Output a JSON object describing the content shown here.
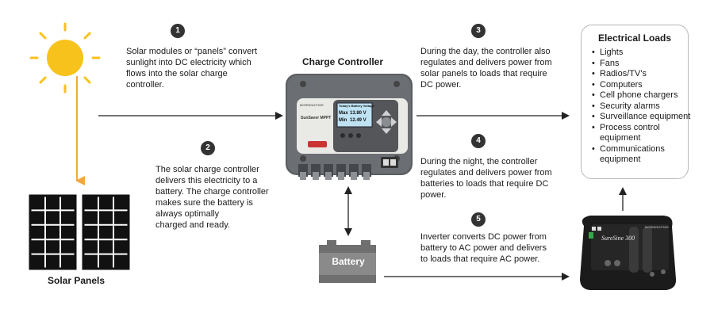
{
  "steps": {
    "s1": {
      "number": "1",
      "text": "Solar modules or “panels” convert\nsunlight into DC electricity which\nflows into the solar charge\ncontroller."
    },
    "s2": {
      "number": "2",
      "text": "The solar charge controller\ndelivers this electricity to a\nbattery.  The charge controller\nmakes sure the battery is\nalways optimally\ncharged and ready."
    },
    "s3": {
      "number": "3",
      "text": "During the day, the controller also\nregulates and delivers power from\nsolar panels to loads that require\nDC power."
    },
    "s4": {
      "number": "4",
      "text": "During the night, the controller\nregulates and delivers power from\nbatteries to loads that require DC\npower."
    },
    "s5": {
      "number": "5",
      "text": "Inverter converts DC power from\nbattery to AC power and delivers\nto loads that require AC power."
    }
  },
  "labels": {
    "charge_controller": "Charge Controller",
    "solar_panels": "Solar Panels",
    "battery": "Battery"
  },
  "controller_device": {
    "brand": "MORNINGSTAR",
    "model": "SunSaver MPPT",
    "screen_title": "Today's Battery Voltage",
    "max_label": "Max",
    "max_value": "13.80 V",
    "min_label": "Min",
    "min_value": "12.49 V"
  },
  "inverter_device": {
    "brand": "MORNINGSTAR",
    "model": "SureSine 300"
  },
  "electrical_loads": {
    "title": "Electrical Loads",
    "items": [
      "Lights",
      "Fans",
      "Radios/TV's",
      "Computers",
      "Cell phone chargers",
      "Security alarms",
      "Surveillance equipment",
      "Process control equipment",
      "Communications equipment"
    ]
  },
  "colors": {
    "sun": "#f7c21b",
    "sun_arrow": "#f2a93b",
    "panel": "#111111",
    "battery_body": "#8a8a8a",
    "battery_top": "#6f6f6f",
    "arrow": "#222222"
  }
}
